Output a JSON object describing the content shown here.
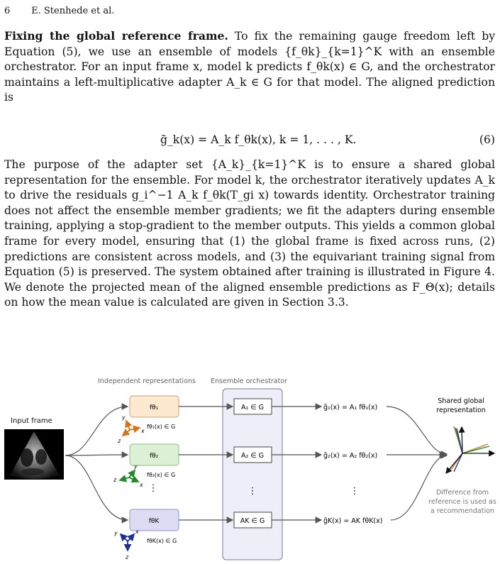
{
  "header": {
    "page_number": "6",
    "running_title": "E. Stenhede et al."
  },
  "para1": {
    "heading": "Fixing the global reference frame.",
    "text": " To fix the remaining gauge freedom left by Equation (5), we use an ensemble of models {f_θk}_{k=1}^K with an ensemble orchestrator. For an input frame x, model k predicts f_θk(x) ∈ G, and the orchestrator maintains a left-multiplicative adapter A_k ∈ G for that model. The aligned prediction is"
  },
  "equation": {
    "body": "g̃_k(x) = A_k f_θk(x),        k = 1, . . . , K.",
    "number": "(6)"
  },
  "para2": {
    "text": "The purpose of the adapter set {A_k}_{k=1}^K is to ensure a shared global representation for the ensemble. For model k, the orchestrator iteratively updates A_k to drive the residuals g_i^−1 A_k f_θk(T_gi x) towards identity. Orchestrator training does not affect the ensemble member gradients; we fit the adapters during ensemble training, applying a stop-gradient to the member outputs. This yields a common global frame for every model, ensuring that (1) the global frame is fixed across runs, (2) predictions are consistent across models, and (3) the equivariant training signal from Equation (5) is preserved. The system obtained after training is illustrated in Figure 4. We denote the projected mean of the aligned ensemble predictions as F_Θ(x); details on how the mean value is calculated are given in Section 3.3."
  },
  "figure": {
    "input_label": "Input frame",
    "col_label_independent": "Independent representations",
    "col_label_orchestrator": "Ensemble orchestrator",
    "models": [
      {
        "label": "fθ₁",
        "frame": "fθ₁(x) ∈ G",
        "adapter": "A₁ ∈ G",
        "output": "g̃₁(x) = A₁ fθ₁(x)",
        "fill": "#fde8d0",
        "stroke": "#c9a27a",
        "axis_color": "#d8731a"
      },
      {
        "label": "fθ₂",
        "frame": "fθ₂(x) ∈ G",
        "adapter": "A₂ ∈ G",
        "output": "g̃₂(x) = A₂ fθ₂(x)",
        "fill": "#dcf0d6",
        "stroke": "#8bbf80",
        "axis_color": "#1e8a2a"
      },
      {
        "label": "fθK",
        "frame": "fθK(x) ∈ G",
        "adapter": "AK ∈ G",
        "output": "g̃K(x) = AK fθK(x)",
        "fill": "#dcdcf4",
        "stroke": "#8f8fc8",
        "axis_color": "#1b2f9c"
      }
    ],
    "axis_x": "x",
    "axis_y": "y",
    "axis_z": "z",
    "ellipsis": "⋮",
    "shared_label_1": "Shared global",
    "shared_label_2": "representation",
    "diff_line_1": "Difference from",
    "diff_line_2": "reference is used as",
    "diff_line_3": "a recommendation"
  }
}
